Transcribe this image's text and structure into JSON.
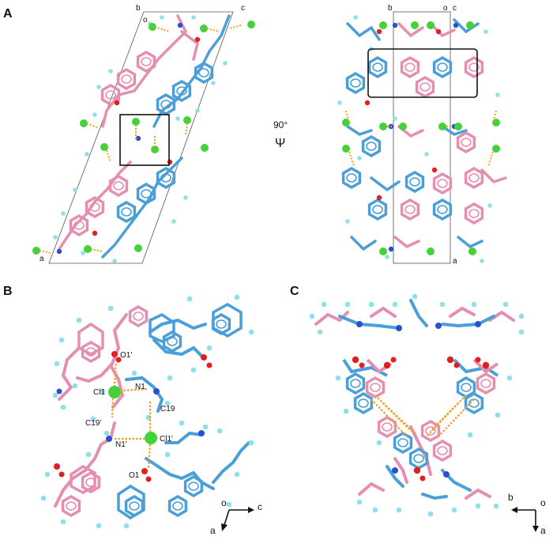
{
  "panels": {
    "a": {
      "label": "A",
      "left_cell_axes": {
        "b": "b",
        "o": "o",
        "c": "c",
        "a": "a"
      },
      "right_cell_axes": {
        "b": "b",
        "o": "o",
        "c": "c",
        "a": "a"
      },
      "rotation": {
        "angle": "90°",
        "glyph": "Ψ"
      }
    },
    "b": {
      "label": "B",
      "atoms": {
        "o1p": "O1′",
        "cl1": "Cl1",
        "n1": "N1",
        "c19": "C19",
        "c19p": "C19′",
        "n1p": "N1′",
        "cl1p": "Cl1′",
        "o1": "O1"
      },
      "axes": {
        "origin": "o",
        "horizontal": "c",
        "vertical": "a"
      }
    },
    "c": {
      "label": "C",
      "axes": {
        "origin": "o",
        "horizontal": "b",
        "vertical": "a"
      }
    }
  },
  "colors": {
    "molecule_pink": "#e58fb0",
    "molecule_blue": "#4a9fd8",
    "hydrogen": "#8fe0e8",
    "oxygen": "#e0201c",
    "nitrogen": "#2a4fd0",
    "chlorine": "#44d13a",
    "hbond": "#f0a020",
    "box": "#111111"
  }
}
